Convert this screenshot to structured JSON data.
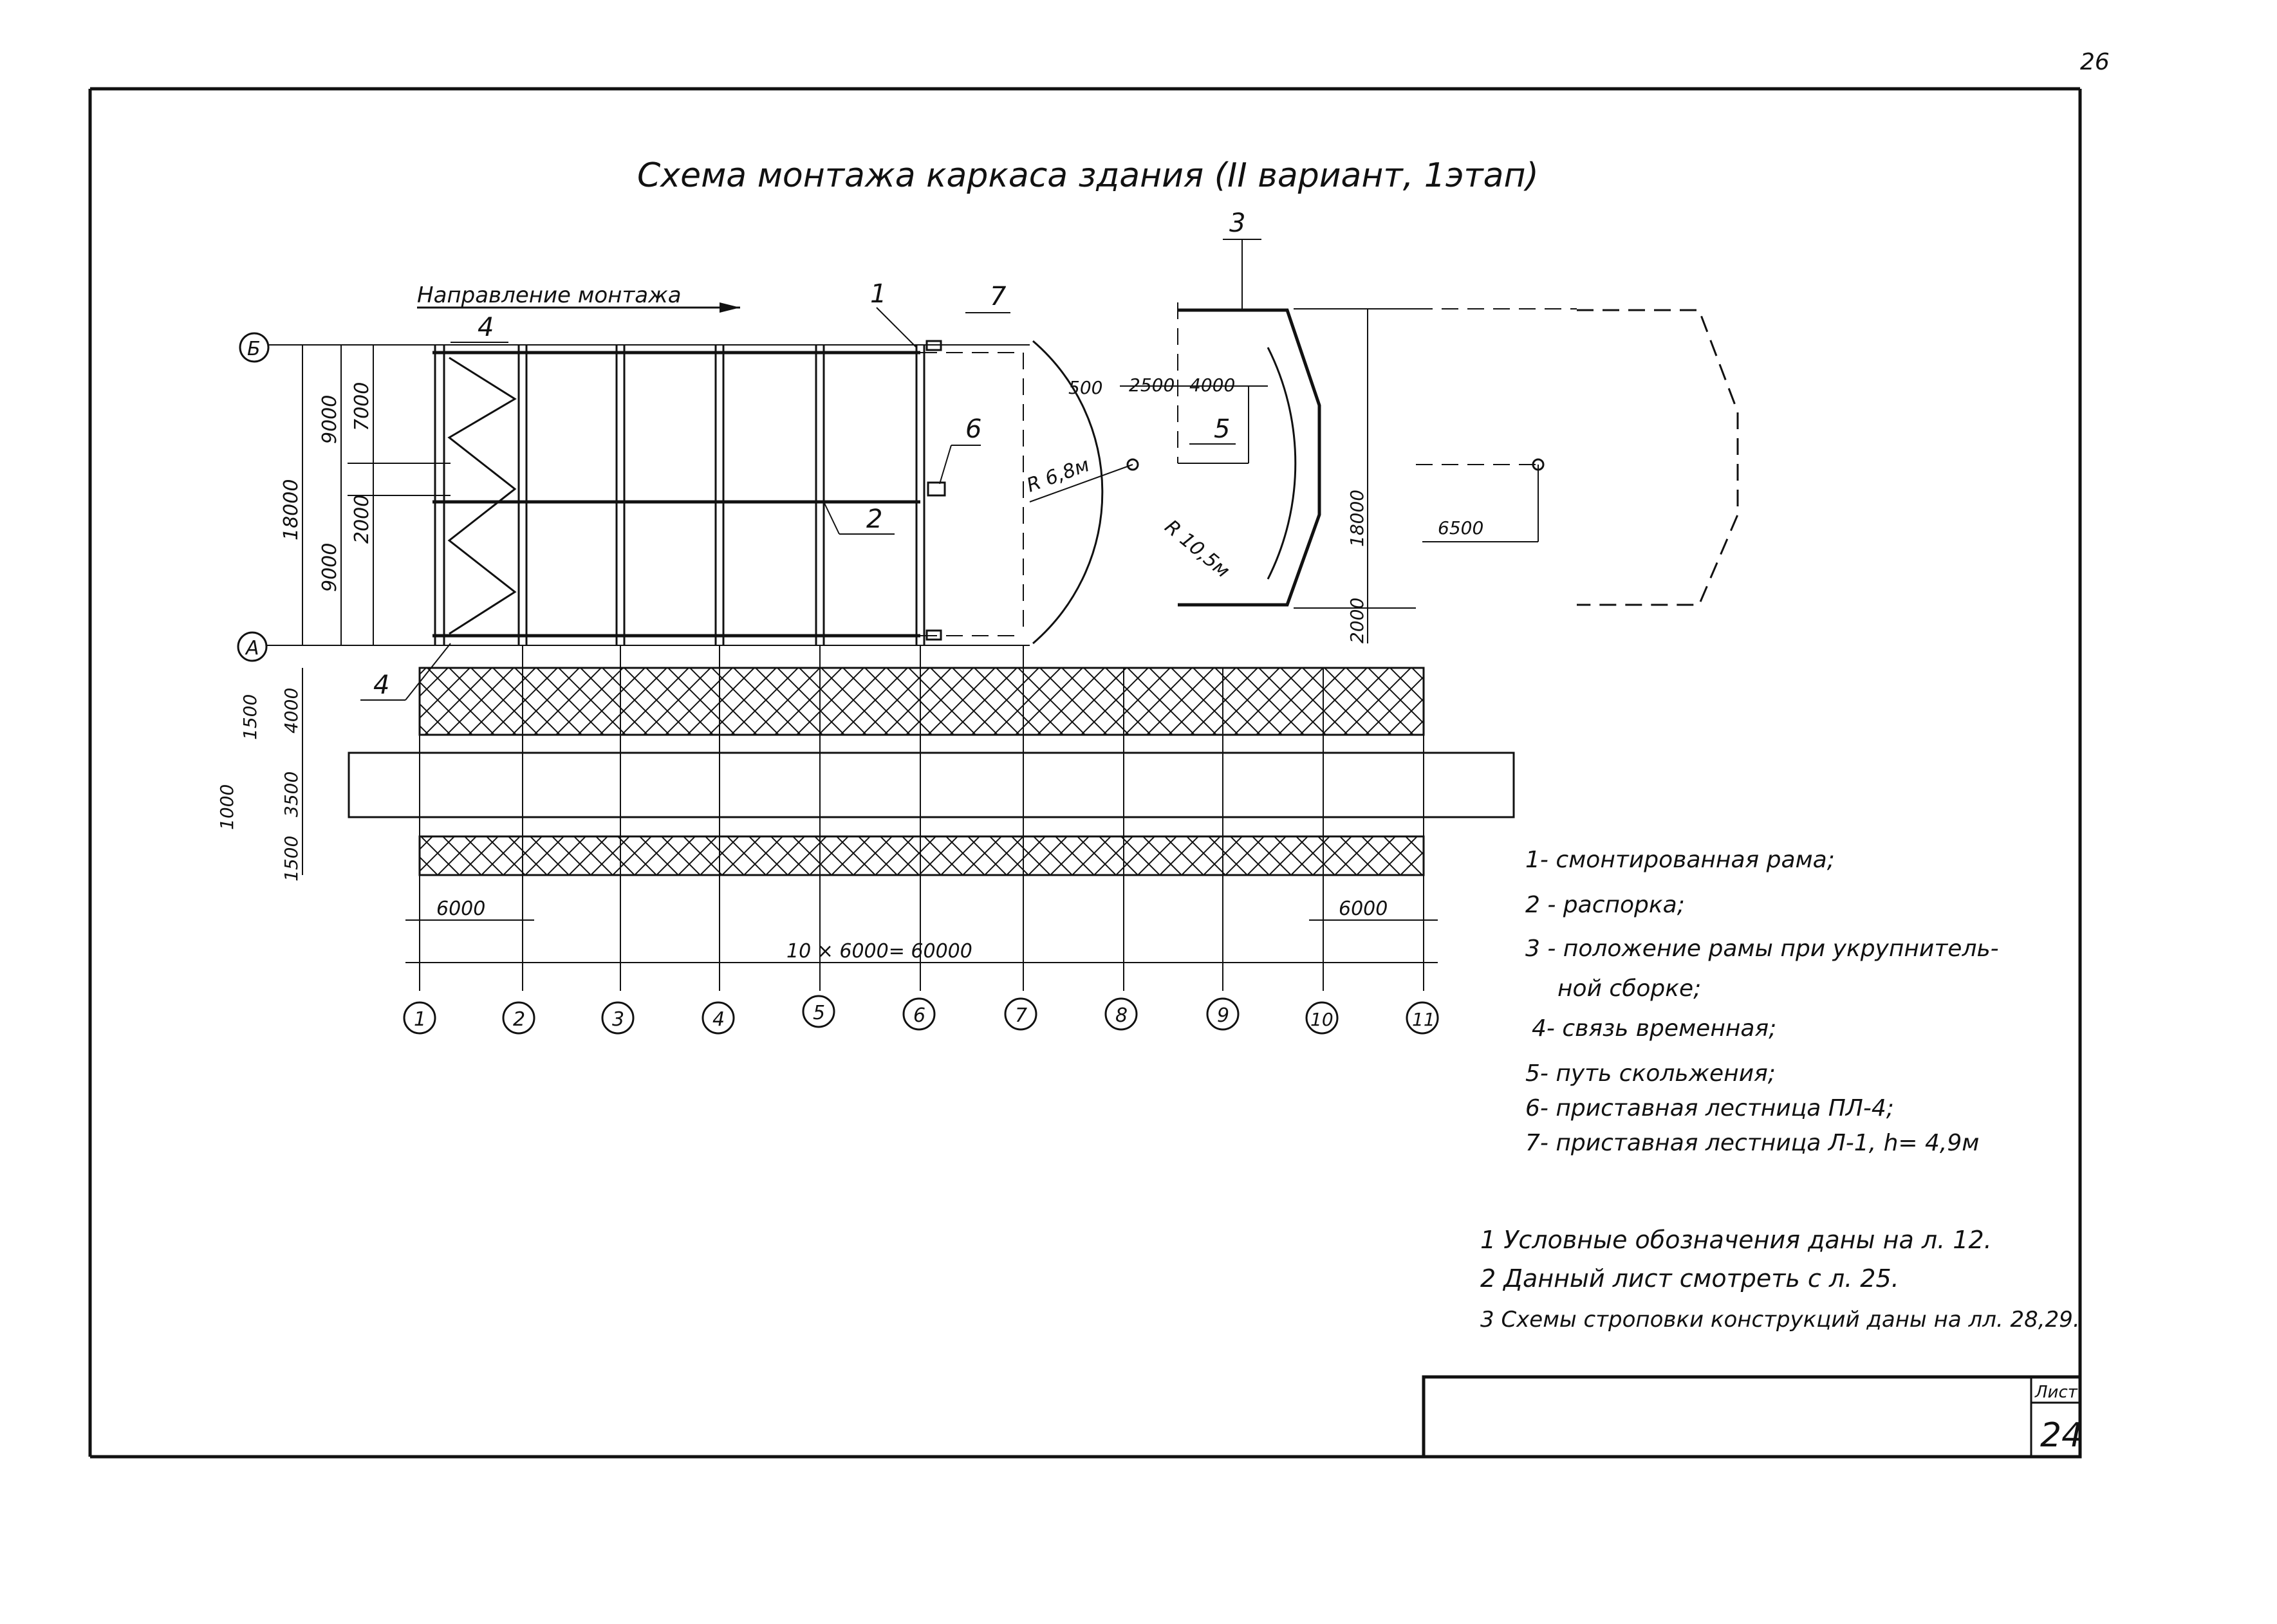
{
  "sheet": {
    "page_number": "26",
    "title": "Схема монтажа каркаса здания  (II вариант,  1этап)",
    "sheet_label": "Лист",
    "sheet_number": "24"
  },
  "plan": {
    "direction_label": "Направление  монтажа",
    "rows": {
      "top": "Б",
      "bottom": "А"
    },
    "axes": [
      "1",
      "2",
      "3",
      "4",
      "5",
      "6",
      "7",
      "8",
      "9",
      "10",
      "11"
    ],
    "callouts": {
      "c1": "1",
      "c2": "2",
      "c3": "3",
      "c4a": "4",
      "c4b": "4",
      "c5": "5",
      "c6": "6",
      "c7": "7"
    },
    "radius_1": "R 6,8м",
    "radius_2": "R 10,5м"
  },
  "dimensions": {
    "left_18000": "18000",
    "left_9000_top": "9000",
    "left_9000_bot": "9000",
    "left_7000": "7000",
    "left_2000": "2000",
    "band_4000": "4000",
    "band_1500_top": "1500",
    "band_3500": "3500",
    "band_1000": "1000",
    "band_1500_bot": "1500",
    "d500": "500",
    "d2500": "2500",
    "d4000": "4000",
    "d6500": "6500",
    "right_18000": "18000",
    "right_2000": "2000",
    "span_left": "6000",
    "span_right": "6000",
    "total": "10 × 6000= 60000"
  },
  "legend": [
    "1- смонтированная  рама;",
    "2 - распорка;",
    "3 - положение  рамы  при  укрупнитель-",
    "ной  сборке;",
    "4- связь  временная;",
    "5- путь   скольжения;",
    "6- приставная  лестница  ПЛ-4;",
    "7- приставная  лестница  Л-1,  h= 4,9м"
  ],
  "notes": [
    "1  Условные  обозначения  даны  на  л. 12.",
    "2  Данный  лист    смотреть   с л. 25.",
    "3  Схемы  строповки конструкций даны на лл. 28,29."
  ]
}
